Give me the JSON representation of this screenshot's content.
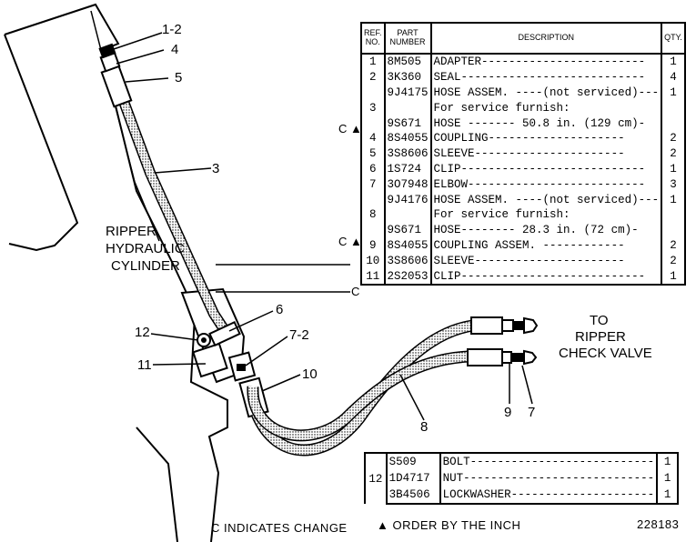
{
  "figure_number": "228183",
  "labels": {
    "ripper_cyl_1": "RIPPER",
    "ripper_cyl_2": "HYDRAULIC",
    "ripper_cyl_3": "CYLINDER",
    "to_1": "TO",
    "to_2": "RIPPER",
    "to_3": "CHECK VALVE",
    "c_indicates": "C INDICATES CHANGE",
    "order_by_inch": "▲ ORDER BY THE INCH"
  },
  "callouts": {
    "c12": "1-2",
    "c4": "4",
    "c5": "5",
    "c3": "3",
    "c6": "6",
    "c72": "7-2",
    "c12b": "12",
    "c11": "11",
    "c10": "10",
    "c8": "8",
    "c9": "9",
    "c7": "7"
  },
  "table": {
    "headers": {
      "ref": "REF. NO.",
      "part": "PART NUMBER",
      "desc": "DESCRIPTION",
      "qty": "QTY."
    },
    "rows": [
      {
        "ref": "1",
        "part": "8M505",
        "desc": "ADAPTER------------------------",
        "qty": "1",
        "mark": ""
      },
      {
        "ref": "2",
        "part": "3K360",
        "desc": "SEAL---------------------------",
        "qty": "4",
        "mark": ""
      },
      {
        "ref": "",
        "part": "9J4175",
        "desc": "HOSE ASSEM. ----(not serviced)---",
        "qty": "1",
        "mark": ""
      },
      {
        "ref": "3",
        "part": "",
        "desc": "   For service furnish:",
        "qty": "",
        "mark": ""
      },
      {
        "ref": "",
        "part": "9S671",
        "desc": "   HOSE ------- 50.8 in. (129 cm)-",
        "qty": "",
        "mark": "C ▲"
      },
      {
        "ref": "4",
        "part": "8S4055",
        "desc": "   COUPLING--------------------",
        "qty": "2",
        "mark": ""
      },
      {
        "ref": "5",
        "part": "3S8606",
        "desc": "   SLEEVE----------------------",
        "qty": "2",
        "mark": ""
      },
      {
        "ref": "6",
        "part": "1S724",
        "desc": "CLIP---------------------------",
        "qty": "1",
        "mark": ""
      },
      {
        "ref": "7",
        "part": "3O7948",
        "desc": "ELBOW--------------------------",
        "qty": "3",
        "mark": ""
      },
      {
        "ref": "",
        "part": "9J4176",
        "desc": "HOSE ASSEM. ----(not serviced)---",
        "qty": "1",
        "mark": ""
      },
      {
        "ref": "8",
        "part": "",
        "desc": "   For service furnish:",
        "qty": "",
        "mark": ""
      },
      {
        "ref": "",
        "part": "9S671",
        "desc": "   HOSE-------- 28.3 in. (72 cm)-",
        "qty": "",
        "mark": "C ▲"
      },
      {
        "ref": "9",
        "part": "8S4055",
        "desc": "   COUPLING ASSEM. ------------",
        "qty": "2",
        "mark": ""
      },
      {
        "ref": "10",
        "part": "3S8606",
        "desc": "   SLEEVE----------------------",
        "qty": "2",
        "mark": ""
      },
      {
        "ref": "11",
        "part": "2S2053",
        "desc": "CLIP---------------------------",
        "qty": "1",
        "mark": "C"
      }
    ]
  },
  "small_table": {
    "ref": "12",
    "rows": [
      {
        "part": "S509",
        "desc": "BOLT---------------------------",
        "qty": "1"
      },
      {
        "part": "1D4717",
        "desc": "NUT----------------------------",
        "qty": "1"
      },
      {
        "part": "3B4506",
        "desc": "LOCKWASHER---------------------",
        "qty": "1"
      }
    ]
  }
}
